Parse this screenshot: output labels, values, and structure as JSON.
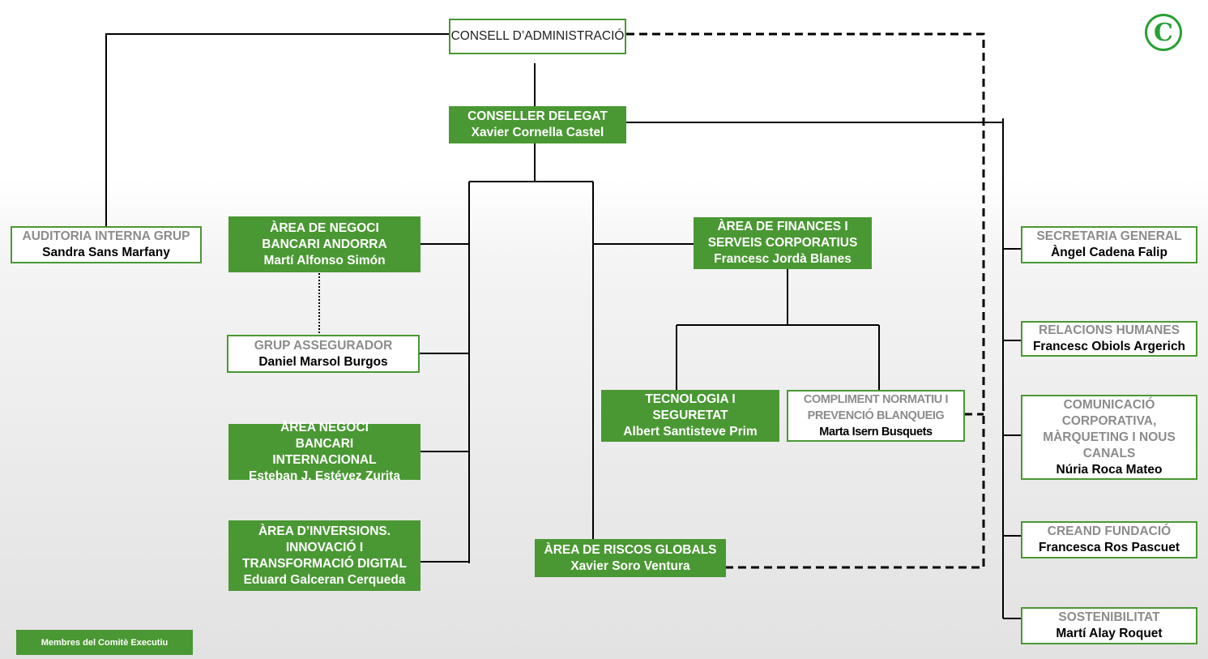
{
  "logo": {
    "glyph": "C",
    "color": "#27a135"
  },
  "colors": {
    "accent_green": "#4a9833",
    "line": "#000000"
  },
  "nodes": {
    "board": {
      "title": "CONSELL D’ADMINISTRACIÓ"
    },
    "ceo": {
      "title": "CONSELLER DELEGAT",
      "name": "Xavier Cornella Castel"
    },
    "audit": {
      "title": "AUDITORIA INTERNA GRUP",
      "name": "Sandra Sans Marfany"
    },
    "andorra": {
      "title": "ÀREA DE NEGOCI BANCARI ANDORRA",
      "name": "Martí Alfonso Simón"
    },
    "insurance": {
      "title": "GRUP ASSEGURADOR",
      "name": "Daniel Marsol Burgos"
    },
    "international": {
      "title": "ÀREA NEGOCI BANCARI INTERNACIONAL",
      "name": "Esteban J. Estévez Zurita"
    },
    "investments": {
      "title": "ÀREA D’INVERSIONS. INNOVACIÓ I TRANSFORMACIÓ DIGITAL",
      "name": "Eduard Galceran Cerqueda"
    },
    "finance": {
      "title": "ÀREA DE FINANCES I SERVEIS CORPORATIUS",
      "name": "Francesc Jordà Blanes"
    },
    "tech": {
      "title": "TECNOLOGIA I SEGURETAT",
      "name": "Albert Santisteve Prim"
    },
    "compliance": {
      "title": "COMPLIMENT NORMATIU I PREVENCIÓ BLANQUEIG",
      "name": "Marta Isern Busquets"
    },
    "risk": {
      "title": "ÀREA DE RISCOS GLOBALS",
      "name": "Xavier Soro Ventura"
    },
    "secretary": {
      "title": "SECRETARIA GENERAL",
      "name": "Àngel Cadena Falip"
    },
    "hr": {
      "title": "RELACIONS HUMANES",
      "name": "Francesc Obiols Argerich"
    },
    "communication": {
      "title": "COMUNICACIÓ CORPORATIVA, MÀRQUETING I NOUS CANALS",
      "name": "Núria Roca Mateo"
    },
    "foundation": {
      "title": "CREAND FUNDACIÓ",
      "name": "Francesca Ros Pascuet"
    },
    "sustainability": {
      "title": "SOSTENIBILITAT",
      "name": "Martí Alay Roquet"
    }
  },
  "legend": {
    "label": "Membres del Comitè Executiu"
  }
}
